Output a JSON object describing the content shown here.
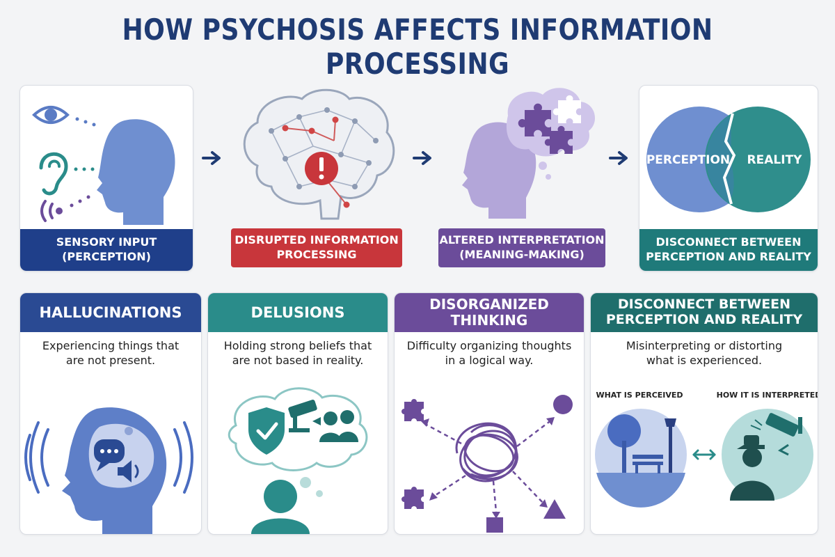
{
  "title": "HOW PSYCHOSIS AFFECTS INFORMATION PROCESSING",
  "colors": {
    "navy": "#1f3f8a",
    "red": "#c8363b",
    "purple": "#6b4c9a",
    "teal": "#1f7a7a",
    "blue_icon": "#6f8fd0",
    "lavender_icon": "#b3a6d9"
  },
  "flow": [
    {
      "line1": "SENSORY INPUT",
      "line2": "(PERCEPTION)",
      "icon": "head-senses-icon"
    },
    {
      "line1": "DISRUPTED INFORMATION",
      "line2": "PROCESSING",
      "icon": "brain-network-icon"
    },
    {
      "line1": "ALTERED INTERPRETATION",
      "line2": "(MEANING-MAKING)",
      "icon": "head-puzzle-icon"
    },
    {
      "line1": "DISCONNECT BETWEEN",
      "line2": "PERCEPTION AND REALITY",
      "icon": "overlap-circles-icon",
      "circle_left": "PERCEPTION",
      "circle_right": "REALITY"
    }
  ],
  "cards": [
    {
      "title": "HALLUCINATIONS",
      "desc1": "Experiencing things that",
      "desc2": "are not present.",
      "icon": "head-sound-icon"
    },
    {
      "title": "DELUSIONS",
      "desc1": "Holding strong beliefs that",
      "desc2": "are not based in reality.",
      "icon": "thought-bubble-icon"
    },
    {
      "title": "DISORGANIZED THINKING",
      "desc1": "Difficulty organizing thoughts",
      "desc2": "in a logical way.",
      "icon": "tangled-thoughts-icon"
    },
    {
      "title1": "DISCONNECT BETWEEN",
      "title2": "PERCEPTION AND REALITY",
      "desc1": "Misinterpreting or distorting",
      "desc2": "what is experienced.",
      "perceived_label": "WHAT IS PERCEIVED",
      "interpreted_label": "HOW IT IS INTERPRETED",
      "icon": "park-vs-surveillance-icon"
    }
  ]
}
